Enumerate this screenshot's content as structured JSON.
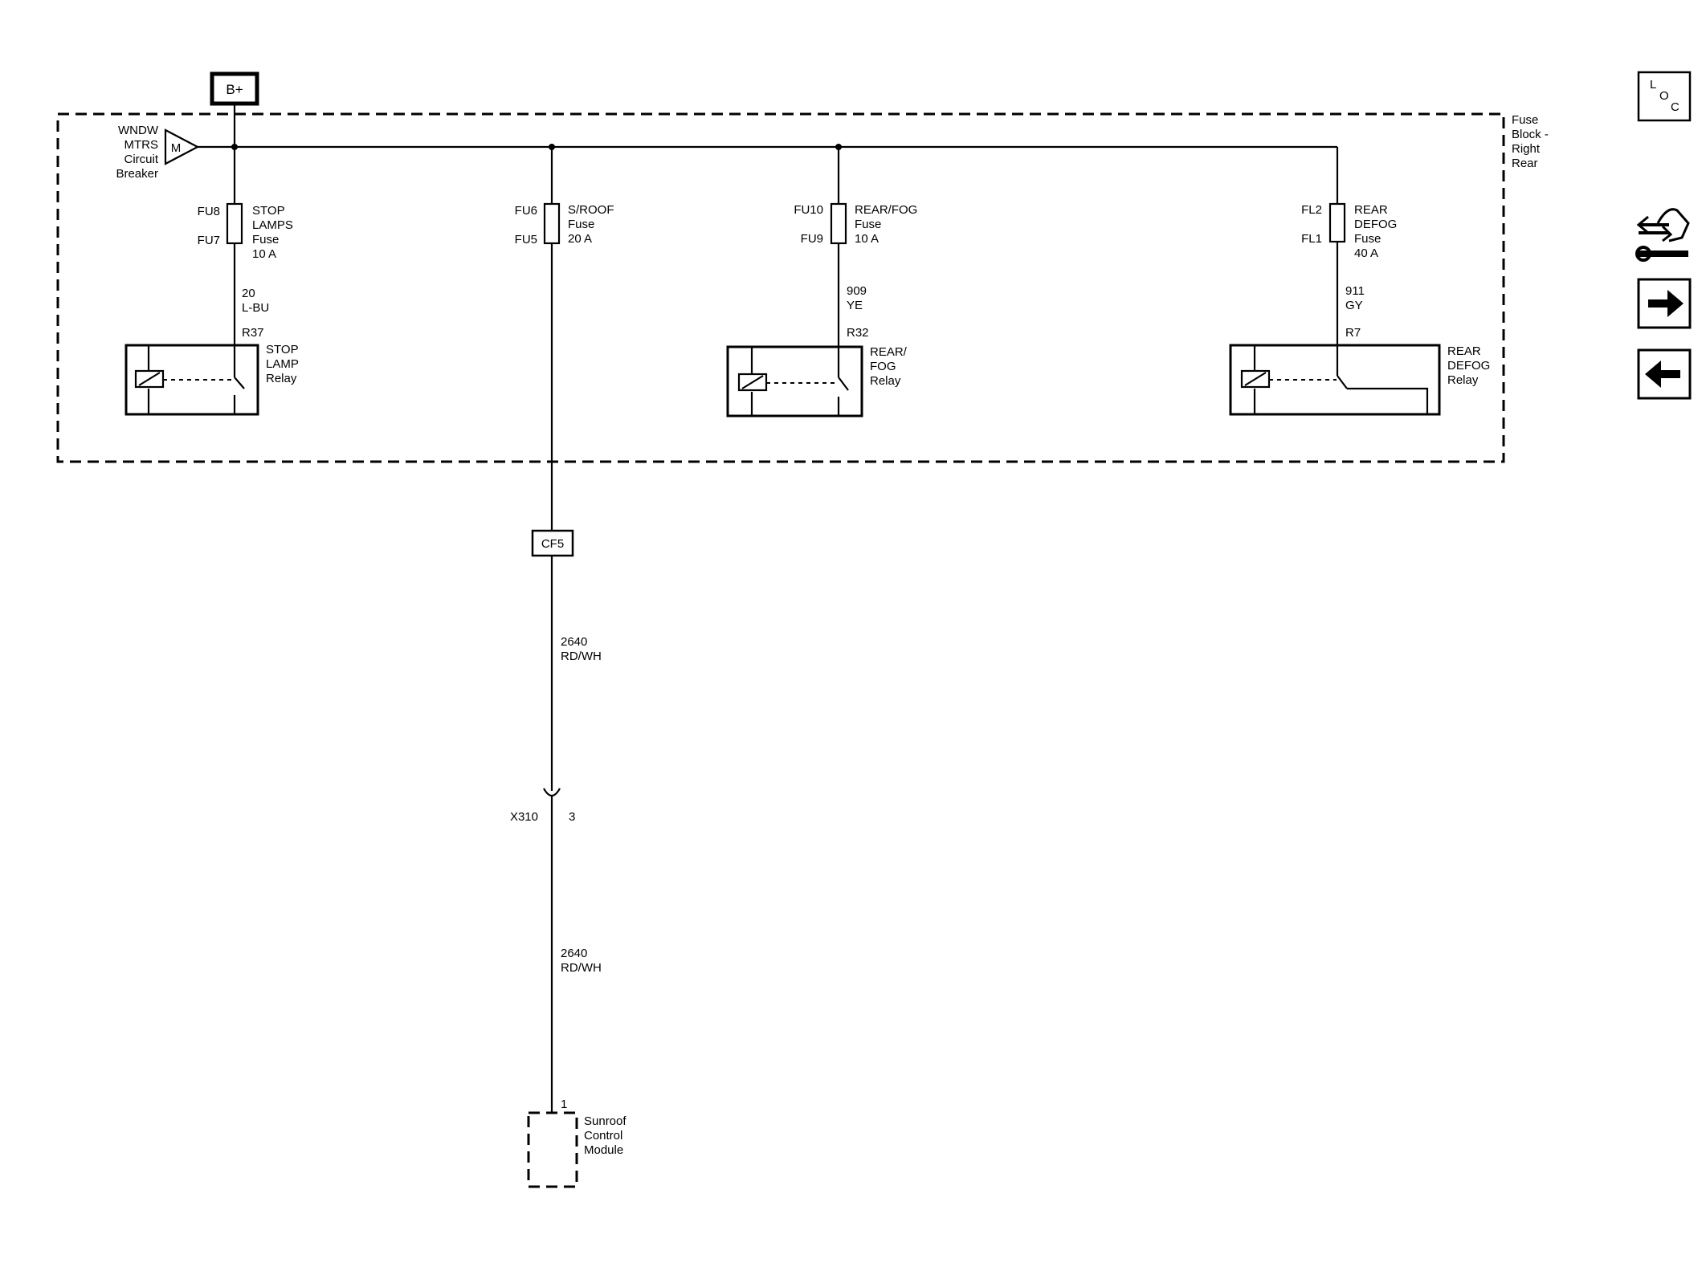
{
  "power_source": {
    "label": "B+"
  },
  "fuse_block": {
    "label_lines": [
      "Fuse",
      "Block -",
      "Right",
      "Rear"
    ]
  },
  "circuit_breaker": {
    "symbol": "M",
    "label_lines": [
      "WNDW",
      "MTRS",
      "Circuit",
      "Breaker"
    ]
  },
  "fuses": [
    {
      "id": "stop-lamps",
      "pin_top": "FU8",
      "pin_bottom": "FU7",
      "label_lines": [
        "STOP",
        "LAMPS",
        "Fuse",
        "10 A"
      ]
    },
    {
      "id": "sroof",
      "pin_top": "FU6",
      "pin_bottom": "FU5",
      "label_lines": [
        "S/ROOF",
        "Fuse",
        "20 A"
      ]
    },
    {
      "id": "rear-fog",
      "pin_top": "FU10",
      "pin_bottom": "FU9",
      "label_lines": [
        "REAR/FOG",
        "Fuse",
        "10 A"
      ]
    },
    {
      "id": "rear-defog",
      "pin_top": "FL2",
      "pin_bottom": "FL1",
      "label_lines": [
        "REAR",
        "DEFOG",
        "Fuse",
        "40 A"
      ]
    }
  ],
  "wires": [
    {
      "id": "stop-wire",
      "circuit": "20",
      "color": "L-BU"
    },
    {
      "id": "fog-wire",
      "circuit": "909",
      "color": "YE"
    },
    {
      "id": "defog-wire",
      "circuit": "911",
      "color": "GY"
    },
    {
      "id": "sroof-wire-upper",
      "circuit": "2640",
      "color": "RD/WH"
    },
    {
      "id": "sroof-wire-lower",
      "circuit": "2640",
      "color": "RD/WH"
    }
  ],
  "relays": [
    {
      "id": "stop-lamp",
      "pin": "R37",
      "label_lines": [
        "STOP",
        "LAMP",
        "Relay"
      ]
    },
    {
      "id": "rear-fog",
      "pin": "R32",
      "label_lines": [
        "REAR/",
        "FOG",
        "Relay"
      ]
    },
    {
      "id": "rear-defog",
      "pin": "R7",
      "label_lines": [
        "REAR",
        "DEFOG",
        "Relay"
      ]
    }
  ],
  "splice": {
    "label": "CF5"
  },
  "connector": {
    "name": "X310",
    "pin": "3"
  },
  "module": {
    "pin": "1",
    "label_lines": [
      "Sunroof",
      "Control",
      "Module"
    ]
  },
  "nav": {
    "loc_letters": [
      "L",
      "O",
      "C"
    ],
    "icons": [
      "connector-tools-icon",
      "next-page-icon",
      "previous-page-icon"
    ]
  }
}
